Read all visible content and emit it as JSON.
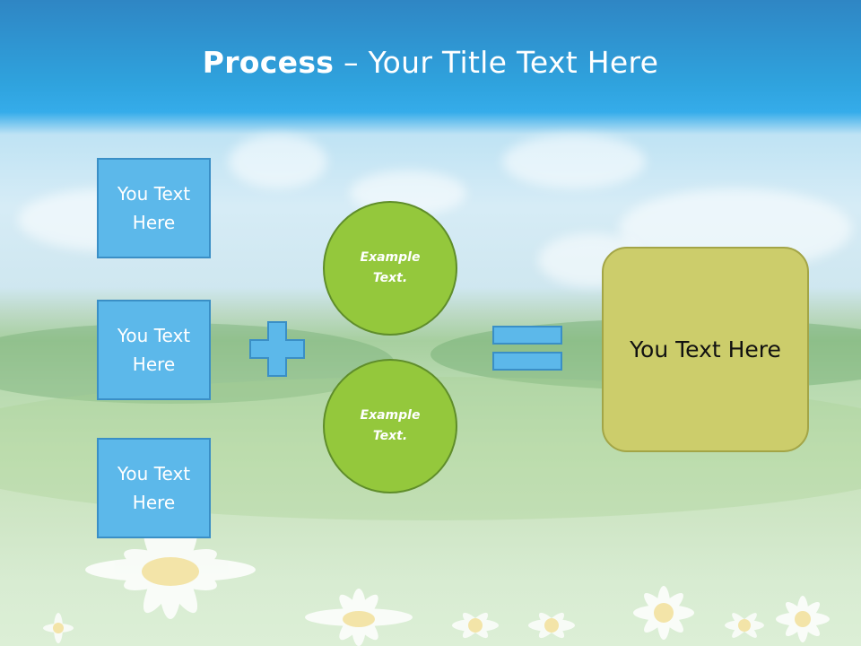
{
  "title": {
    "bold": "Process",
    "rest": " – Your Title Text Here"
  },
  "left_boxes": [
    {
      "label": "You Text Here"
    },
    {
      "label": "You Text Here"
    },
    {
      "label": "You Text Here"
    }
  ],
  "circles": [
    {
      "label": "Example Text."
    },
    {
      "label": "Example Text."
    }
  ],
  "result": {
    "label": "You Text Here"
  },
  "colors": {
    "box_fill": "#5cb8ea",
    "circle_fill": "#94c83c",
    "result_fill": "#cccd6b",
    "sky_top": "#2f86c4"
  }
}
